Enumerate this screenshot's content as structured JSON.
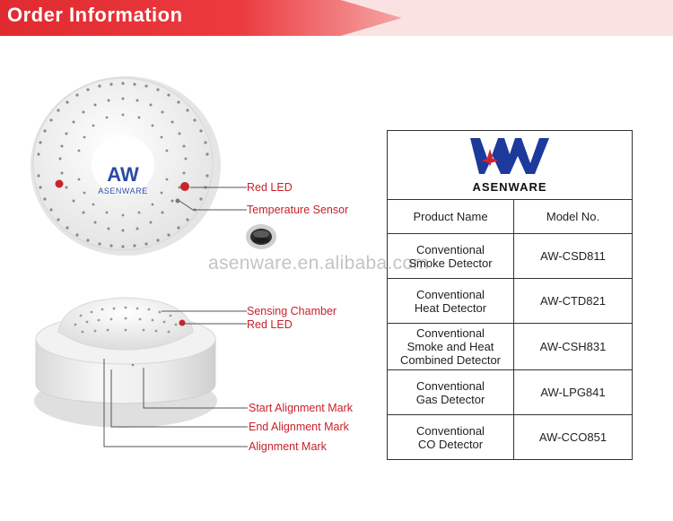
{
  "header": {
    "title": "Order Information"
  },
  "labels": {
    "red_led_top": "Red LED",
    "temperature_sensor": "Temperature Sensor",
    "sensing_chamber": "Sensing Chamber",
    "red_led_bottom": "Red LED",
    "start_alignment_mark": "Start Alignment Mark",
    "end_alignment_mark": "End Alignment Mark",
    "alignment_mark": "Alignment Mark"
  },
  "device_logo": {
    "monogram": "AW",
    "brand": "ASENWARE"
  },
  "watermark": "asenware.en.alibaba.com",
  "table": {
    "logo_brand": "ASENWARE",
    "headers": [
      "Product Name",
      "Model No."
    ],
    "rows": [
      {
        "name": [
          "Conventional",
          "Smoke Detector"
        ],
        "model": "AW-CSD811"
      },
      {
        "name": [
          "Conventional",
          "Heat Detector"
        ],
        "model": "AW-CTD821"
      },
      {
        "name": [
          "Conventional",
          "Smoke and Heat",
          "Combined Detector"
        ],
        "model": "AW-CSH831"
      },
      {
        "name": [
          "Conventional",
          "Gas Detector"
        ],
        "model": "AW-LPG841"
      },
      {
        "name": [
          "Conventional",
          "CO  Detector"
        ],
        "model": "AW-CCO851"
      }
    ]
  },
  "colors": {
    "banner": "#e8242f",
    "label": "#c8202a",
    "logo_blue": "#1c3a9c",
    "logo_red": "#d42030"
  }
}
